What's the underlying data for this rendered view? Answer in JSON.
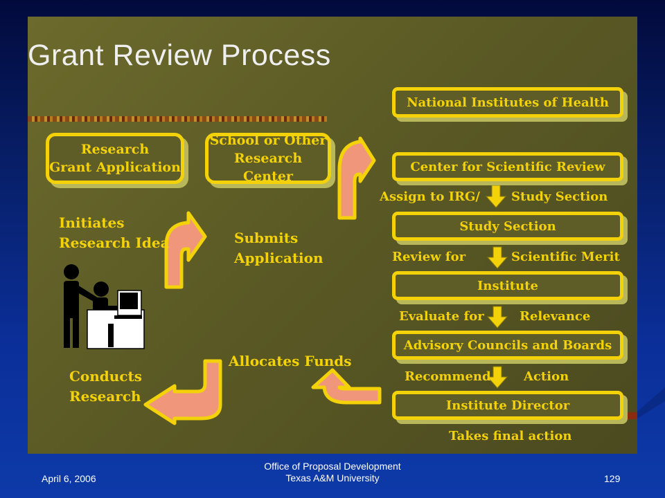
{
  "slide": {
    "title": "Grant Review Process"
  },
  "left_boxes": {
    "research_line1": "Research",
    "research_line2": "Grant Application",
    "school_line1": "School or Other",
    "school_line2": "Research Center"
  },
  "left_labels": {
    "initiates_line1": "Initiates",
    "initiates_line2": "Research Idea",
    "submits_line1": "Submits",
    "submits_line2": "Application",
    "conducts_line1": "Conducts",
    "conducts_line2": "Research",
    "allocates": "Allocates Funds"
  },
  "right_boxes": {
    "nih": "National Institutes of Health",
    "csr": "Center for Scientific Review",
    "study_section": "Study Section",
    "institute": "Institute",
    "advisory": "Advisory Councils and Boards",
    "director": "Institute Director"
  },
  "step_labels": {
    "assign_left": "Assign to  IRG/",
    "assign_right": "Study Section",
    "review_left": "Review for",
    "review_right": "Scientific Merit",
    "evaluate_left": "Evaluate for",
    "evaluate_right": "Relevance",
    "recommend_left": "Recommend",
    "recommend_right": "Action",
    "final": "Takes final action"
  },
  "footer": {
    "date": "April 6, 2006",
    "office_line1": "Office of Proposal Development",
    "office_line2": "Texas A&M University",
    "page_number": "129"
  },
  "colors": {
    "accent_yellow": "#f4d20a",
    "arrow_fill": "#f0967a",
    "panel": "#5e5c27",
    "background": "#0b2f9a"
  }
}
